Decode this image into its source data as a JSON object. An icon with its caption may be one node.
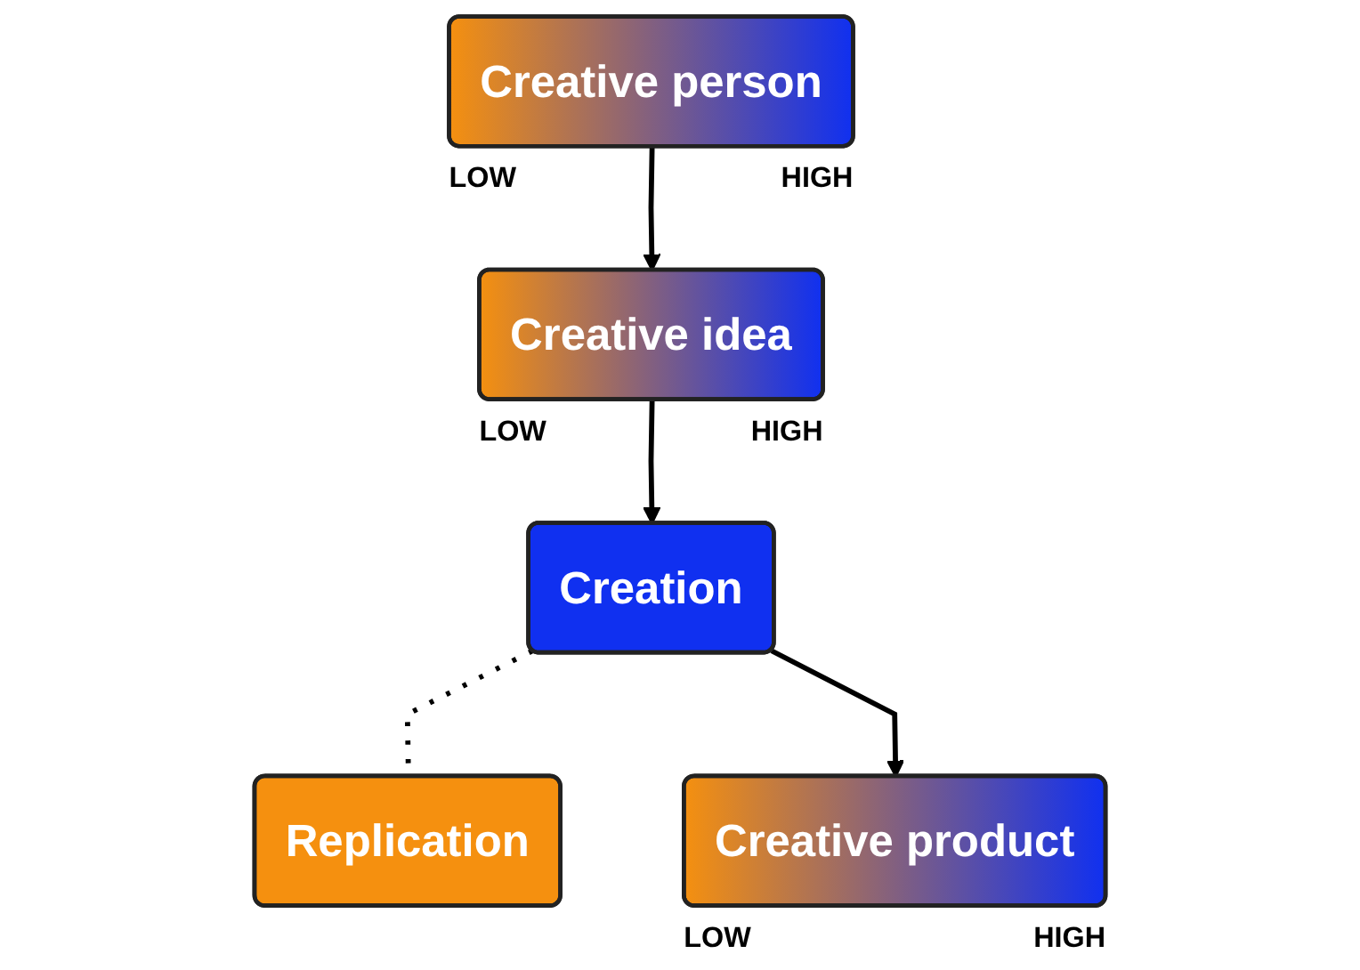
{
  "diagram": {
    "nodes": [
      {
        "text": [
          "Creative person"
        ],
        "beside": [
          "LOW",
          "HIGH"
        ]
      },
      {
        "text": [
          "Creative idea"
        ],
        "beside": [
          "LOW",
          "HIGH"
        ]
      },
      {
        "text": [
          "Creation"
        ]
      },
      {
        "text": [
          "Replication"
        ]
      },
      {
        "text": [
          "Creative product"
        ],
        "beside": [
          "LOW",
          "HIGH"
        ]
      }
    ],
    "edges": [
      {
        "from": 0,
        "to": 1,
        "arrow": "to"
      },
      {
        "from": 1,
        "to": 2,
        "arrow": "to"
      },
      {
        "from": 2,
        "to": 3,
        "arrow": "none",
        "style": "dashed"
      },
      {
        "from": 2,
        "to": 4,
        "arrow": "to"
      }
    ]
  }
}
